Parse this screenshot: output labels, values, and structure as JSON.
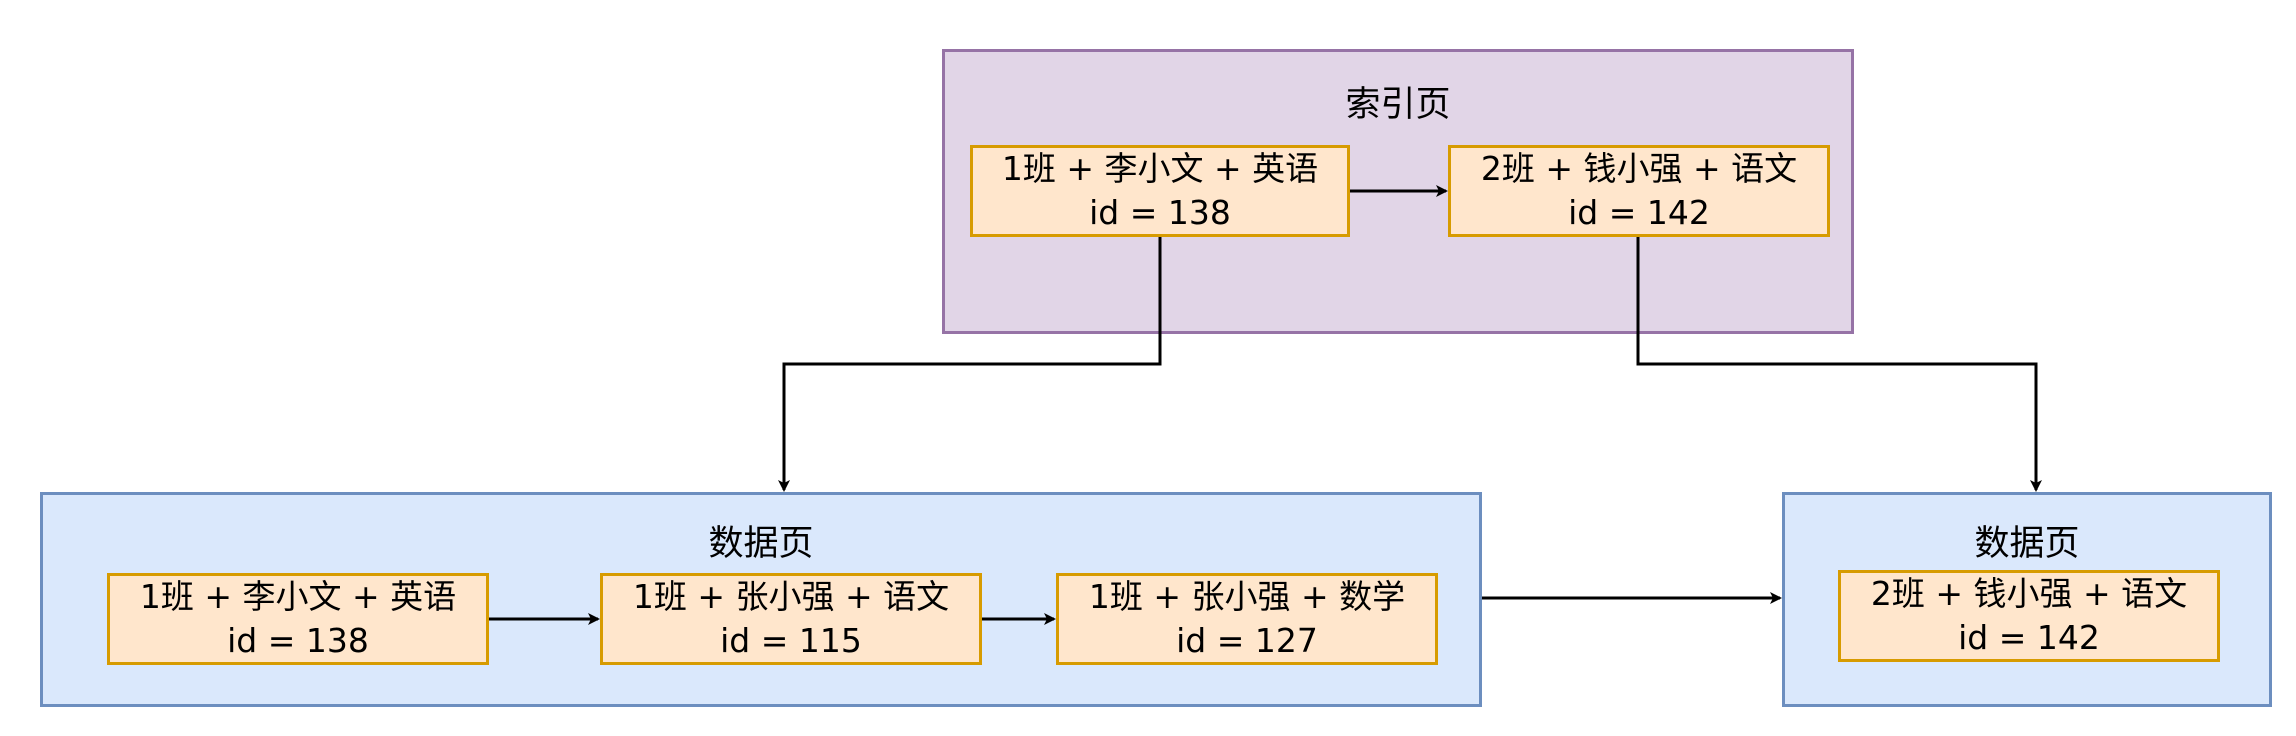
{
  "index_page": {
    "title": "索引页",
    "records": [
      {
        "key": "1班 + 李小文 + 英语",
        "id": "id = 138"
      },
      {
        "key": "2班 + 钱小强 + 语文",
        "id": "id = 142"
      }
    ]
  },
  "data_page_1": {
    "title": "数据页",
    "records": [
      {
        "key": "1班 + 李小文 + 英语",
        "id": "id = 138"
      },
      {
        "key": "1班 + 张小强 + 语文",
        "id": "id = 115"
      },
      {
        "key": "1班 + 张小强 + 数学",
        "id": "id = 127"
      }
    ]
  },
  "data_page_2": {
    "title": "数据页",
    "records": [
      {
        "key": "2班 + 钱小强 + 语文",
        "id": "id = 142"
      }
    ]
  },
  "colors": {
    "index_fill": "#e1d5e7",
    "index_stroke": "#9673a6",
    "data_fill": "#dae8fc",
    "data_stroke": "#6c8ebf",
    "record_fill": "#ffe6cc",
    "record_stroke": "#d79b00"
  }
}
